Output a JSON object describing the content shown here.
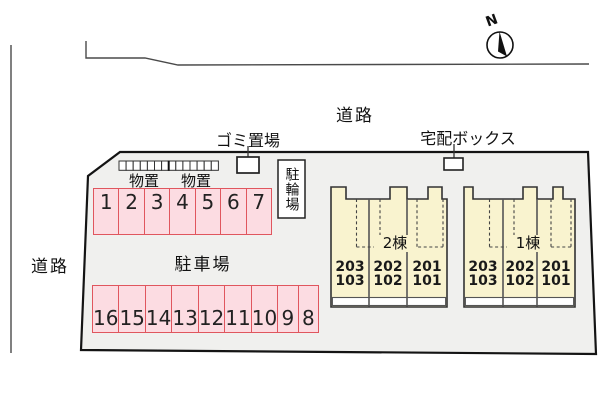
{
  "roads": {
    "top_label": "道路",
    "left_label": "道路"
  },
  "compass": {
    "label": "N"
  },
  "facilities": {
    "garbage_label": "ゴミ置場",
    "delivery_label": "宅配ボックス",
    "bicycle_label": "駐輪場",
    "storage_label_1": "物置",
    "storage_label_2": "物置",
    "parking_label": "駐車場"
  },
  "parking": {
    "row1": [
      "1",
      "2",
      "3",
      "4",
      "5",
      "6",
      "7"
    ],
    "row2": [
      "16",
      "15",
      "14",
      "13",
      "12",
      "11",
      "10",
      "9",
      "8"
    ]
  },
  "buildings": [
    {
      "name": "2棟",
      "units": [
        {
          "upper": "203",
          "lower": "103"
        },
        {
          "upper": "202",
          "lower": "102"
        },
        {
          "upper": "201",
          "lower": "101"
        }
      ]
    },
    {
      "name": "1棟",
      "units": [
        {
          "upper": "203",
          "lower": "103"
        },
        {
          "upper": "202",
          "lower": "102"
        },
        {
          "upper": "201",
          "lower": "101"
        }
      ]
    }
  ],
  "colors": {
    "site_fill": "#f0f0ee",
    "building_fill": "#f9f3cf",
    "parking_fill": "#fcdce2",
    "parking_border": "#e0565e",
    "outline": "#1a1a1a"
  }
}
